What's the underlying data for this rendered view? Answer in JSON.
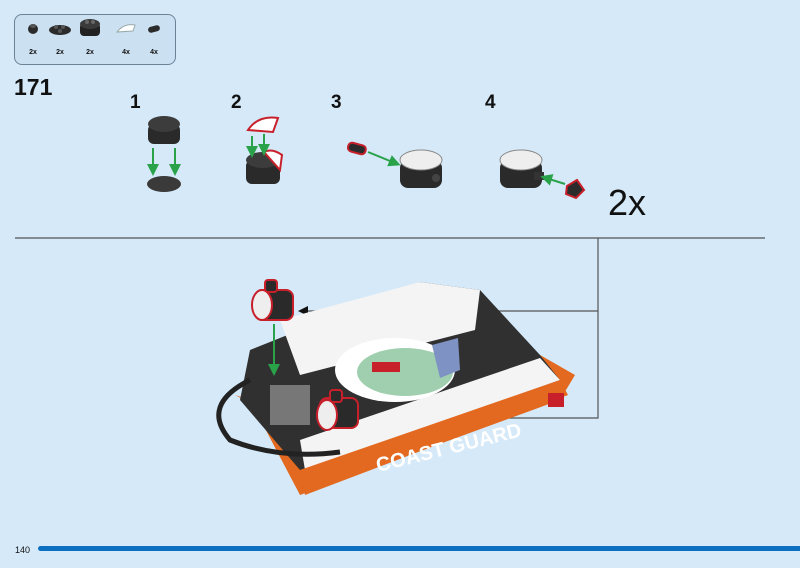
{
  "parts_list": [
    {
      "name": "round-1x1-plate-with-hole",
      "qty": "2x"
    },
    {
      "name": "round-2x2-plate",
      "qty": "2x"
    },
    {
      "name": "round-2x2-brick",
      "qty": "2x"
    },
    {
      "name": "quarter-round-tile-trans-clear",
      "qty": "4x"
    },
    {
      "name": "bar-connector-pin",
      "qty": "4x"
    }
  ],
  "step_number": "171",
  "substeps": [
    "1",
    "2",
    "3",
    "4"
  ],
  "multiplier": "2x",
  "boat_text": "COAST GUARD",
  "page_number": "140",
  "colors": {
    "background": "#d5e9f8",
    "page_bar": "#0d6fbf",
    "boat_orange": "#e2691f",
    "highlight": "#c8202b",
    "arrow_green": "#2aa24a"
  }
}
